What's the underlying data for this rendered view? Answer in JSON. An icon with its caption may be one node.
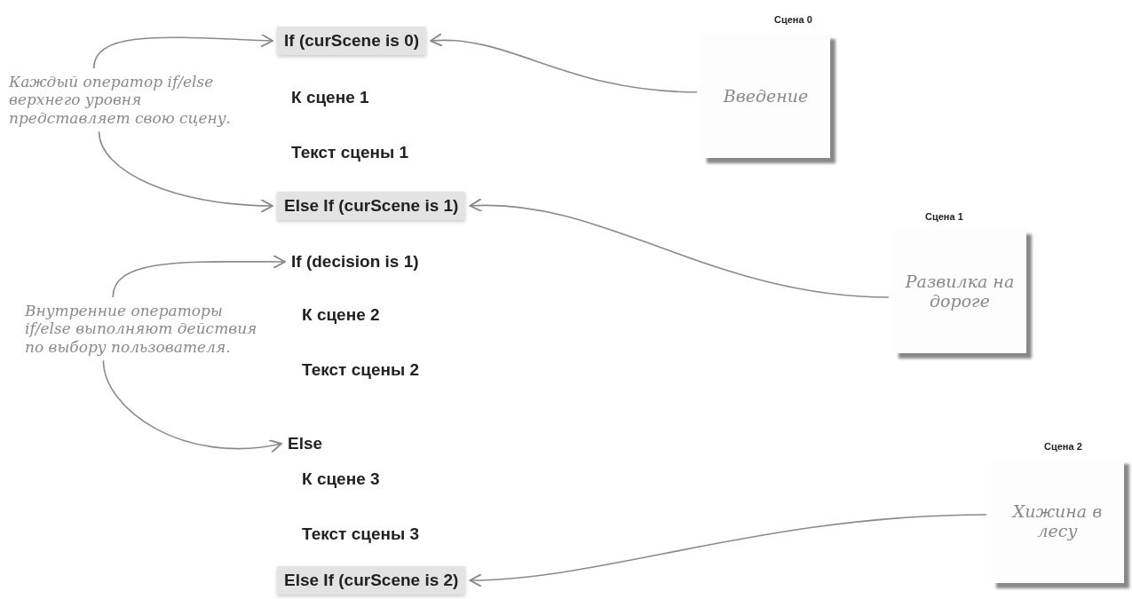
{
  "diagram": {
    "nodes": [
      {
        "text": [
          "If (curScene is 0)"
        ]
      },
      {
        "text": [
          "Else If (curScene is 1)"
        ]
      },
      {
        "text": [
          "If (decision is 1)"
        ]
      },
      {
        "text": [
          "Else"
        ]
      },
      {
        "text": [
          "Else If (curScene is 2)"
        ]
      },
      {
        "text": [
          "Каждый оператор if/else верхнего уровня представляет свою сцену."
        ]
      },
      {
        "text": [
          "Внутренние операторы if/else выполняют действия по выбору пользователя."
        ]
      },
      {
        "text": [
          "Введение"
        ],
        "beside": [
          "Сцена 0"
        ]
      },
      {
        "text": [
          "Развилка на дороге"
        ],
        "beside": [
          "Сцена 1"
        ]
      },
      {
        "text": [
          "Хижина в лесу"
        ],
        "beside": [
          "Сцена 2"
        ]
      }
    ],
    "edges": [
      {
        "from": 5,
        "to": 0,
        "arrow": "to"
      },
      {
        "from": 5,
        "to": 1,
        "arrow": "to"
      },
      {
        "from": 6,
        "to": 2,
        "arrow": "to"
      },
      {
        "from": 6,
        "to": 3,
        "arrow": "to"
      },
      {
        "from": 7,
        "to": 0,
        "arrow": "to"
      },
      {
        "from": 8,
        "to": 1,
        "arrow": "to"
      },
      {
        "from": 9,
        "to": 4,
        "arrow": "to"
      }
    ],
    "labels": [
      "К сцене 1",
      "Текст сцены 1",
      "К сцене 2",
      "Текст сцены 2",
      "К сцене 3",
      "Текст сцены 3"
    ]
  }
}
